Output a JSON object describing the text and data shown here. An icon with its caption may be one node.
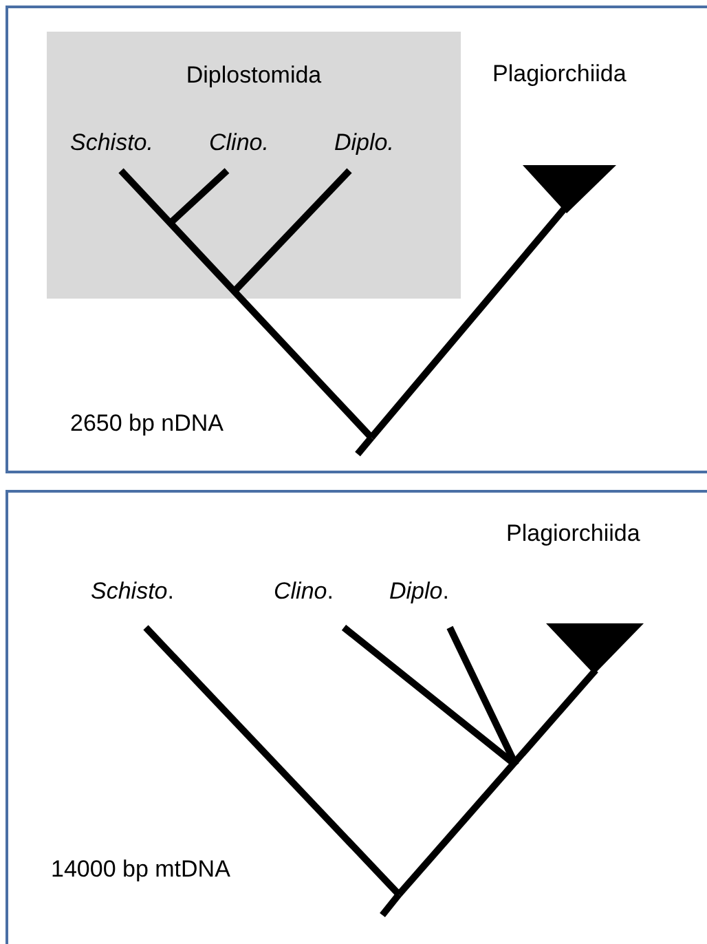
{
  "diagram": {
    "nodes": [
      {
        "text": [
          "2650 bp nDNA"
        ]
      },
      {
        "text": [
          "Diplostomida"
        ],
        "in": 0
      },
      {
        "text": [
          "14000 bp mtDNA"
        ]
      }
    ],
    "labels": [
      "Plagiorchiida",
      "Schisto.",
      "Clino.",
      "Diplo.",
      "Plagiorchiida",
      "*Schisto*.",
      "*Clino*.",
      "*Diplo*."
    ]
  }
}
